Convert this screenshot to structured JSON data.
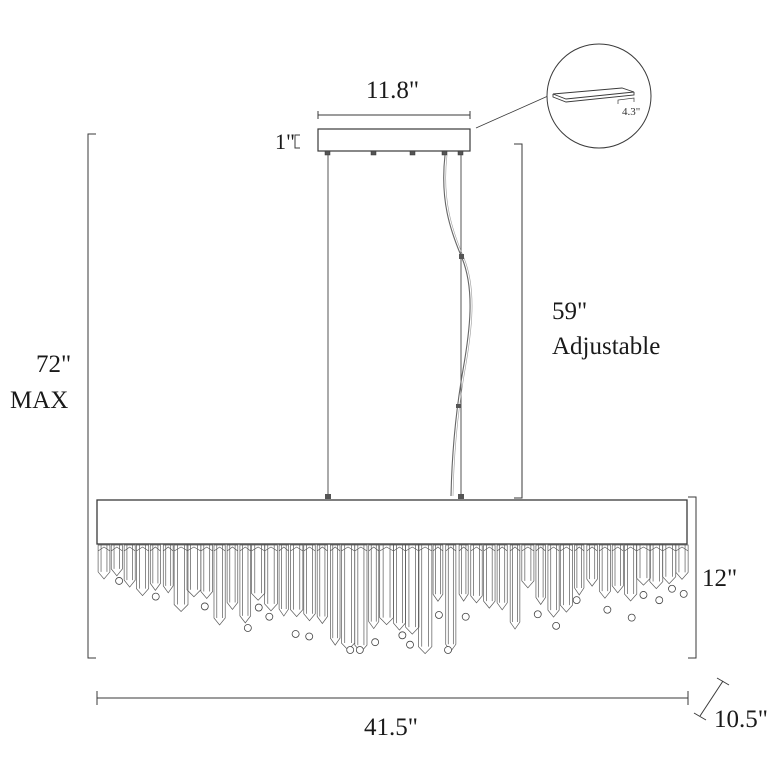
{
  "dimensions": {
    "canopy_width": "11.8\"",
    "canopy_height": "1\"",
    "canopy_depth_detail": "4.3\"",
    "chain_length_value": "59\"",
    "chain_length_note": "Adjustable",
    "overall_height_value": "72\"",
    "overall_height_note": "MAX",
    "fixture_height": "12\"",
    "fixture_width": "41.5\"",
    "fixture_depth": "10.5\""
  },
  "colors": {
    "line": "#3a3a3a",
    "crystal": "#6a6a6a"
  }
}
